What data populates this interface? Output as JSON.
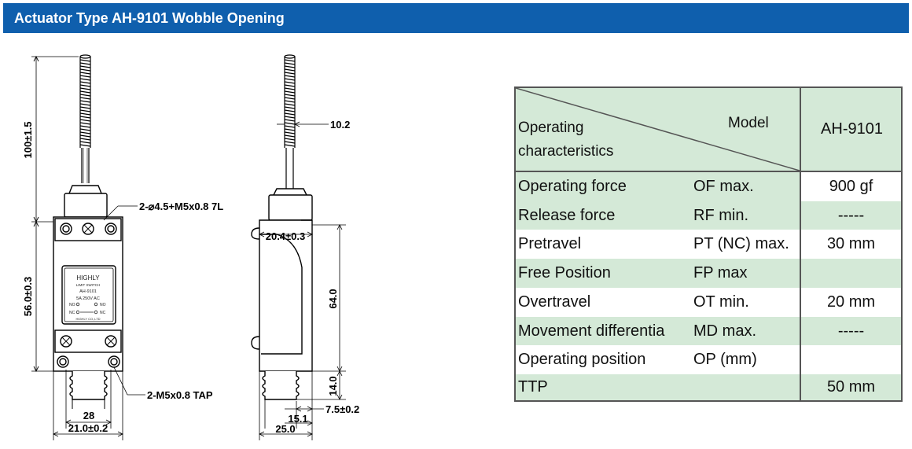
{
  "header": {
    "title": "Actuator Type AH-9101 Wobble Opening"
  },
  "drawing": {
    "front_label": {
      "brand": "HIGHLY",
      "type": "LIMIT SWITCH",
      "model": "AH-9101",
      "rating": "5A 250V AC",
      "no1": "NO",
      "no2": "NO",
      "nc1": "NC",
      "nc2": "NC",
      "maker": "HIGHLY CO.,LTD"
    },
    "dims": {
      "d_100": "100±1.5",
      "d_56": "56.0±0.3",
      "d_28": "28",
      "d_21": "21.0±0.2",
      "hole_top": "2-⌀4.5+M5x0.8 7L",
      "hole_bottom": "2-M5x0.8 TAP",
      "d_10_2": "10.2",
      "d_20_4": "20.4±0.3",
      "d_64": "64.0",
      "d_14": "14.0",
      "d_15_1": "15.1",
      "d_7_5": "7.5±0.2",
      "d_25": "25.0"
    }
  },
  "table": {
    "header_left": "Operating characteristics",
    "header_model": "Model",
    "model_name": "AH-9101",
    "rows": [
      {
        "name": "Operating force",
        "symbol": "OF max.",
        "value": "900 gf"
      },
      {
        "name": "Release force",
        "symbol": "RF min.",
        "value": "-----"
      },
      {
        "name": "Pretravel",
        "symbol": "PT (NC) max.",
        "value": "30 mm"
      },
      {
        "name": "Free Position",
        "symbol": "FP max",
        "value": ""
      },
      {
        "name": "Overtravel",
        "symbol": "OT min.",
        "value": "20 mm"
      },
      {
        "name": "Movement differentia",
        "symbol": "MD max.",
        "value": "-----"
      },
      {
        "name": "Operating position",
        "symbol": "OP (mm)",
        "value": ""
      },
      {
        "name": "TTP",
        "symbol": "",
        "value": "50 mm"
      }
    ]
  }
}
